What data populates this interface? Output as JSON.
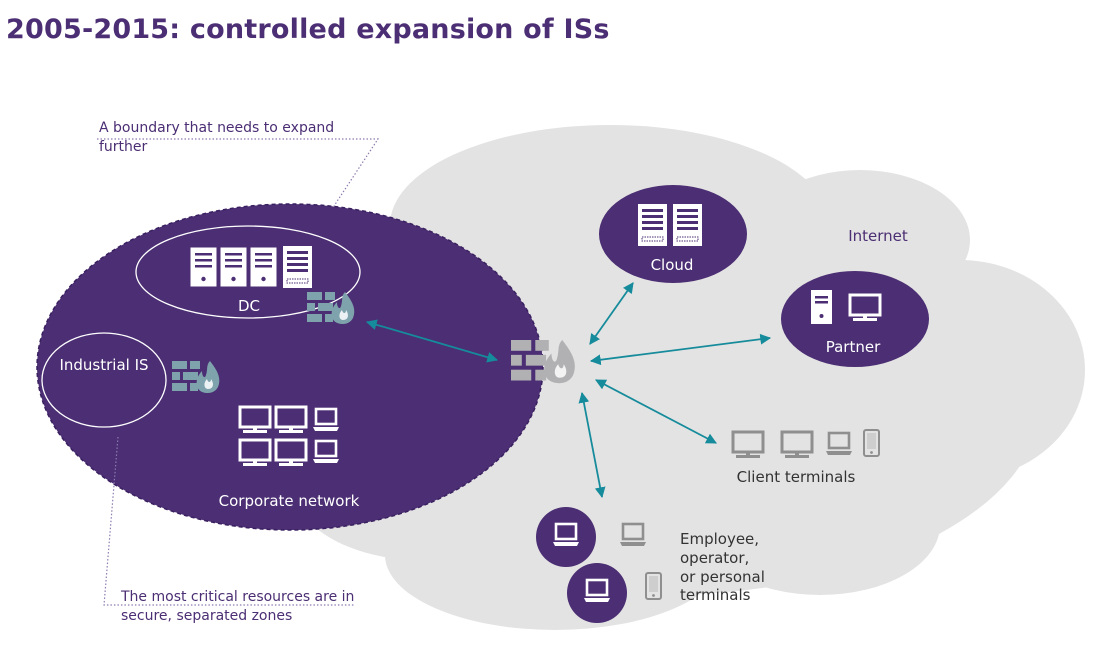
{
  "title": "2005-2015: controlled expansion of ISs",
  "annotations": {
    "boundary": [
      "A boundary that needs to expand",
      "further"
    ],
    "critical": [
      "The most critical resources are in",
      "secure, separated zones"
    ]
  },
  "corporate": {
    "dc_label": "DC",
    "industrial_label": "Industrial IS",
    "network_label": "Corporate network"
  },
  "internet": {
    "label": "Internet",
    "cloud_label": "Cloud",
    "partner_label": "Partner",
    "client_terminals_label": "Client terminals",
    "employee_terminals_label": [
      "Employee,",
      "operator,",
      "or personal",
      "terminals"
    ]
  },
  "colors": {
    "purple": "#4b2e73",
    "cloud_grey": "#e3e3e3",
    "arrow_teal": "#168b9b",
    "firewall_teal": "#7ea3ad",
    "firewall_grey": "#b1b1b4",
    "device_grey": "#9a9a9a",
    "annotation_text": "#4b2e73"
  },
  "icons": [
    "server-icon",
    "firewall-icon",
    "monitor-icon",
    "laptop-icon",
    "phone-icon"
  ]
}
